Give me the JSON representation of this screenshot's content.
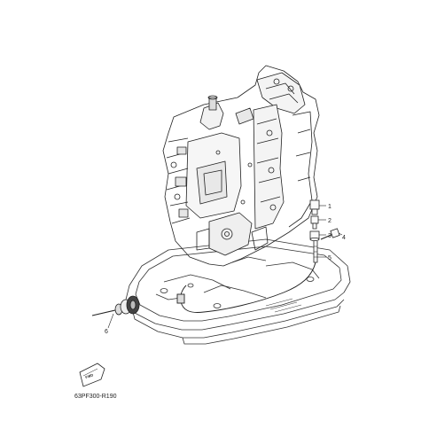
{
  "diagram": {
    "callouts": [
      {
        "id": "1",
        "label": "1"
      },
      {
        "id": "2",
        "label": "2"
      },
      {
        "id": "3",
        "label": "3"
      },
      {
        "id": "4",
        "label": "4"
      },
      {
        "id": "5",
        "label": "5"
      },
      {
        "id": "6",
        "label": "6"
      }
    ],
    "fwd_badge": "FWD",
    "figure_code": "63PF300-R190"
  }
}
